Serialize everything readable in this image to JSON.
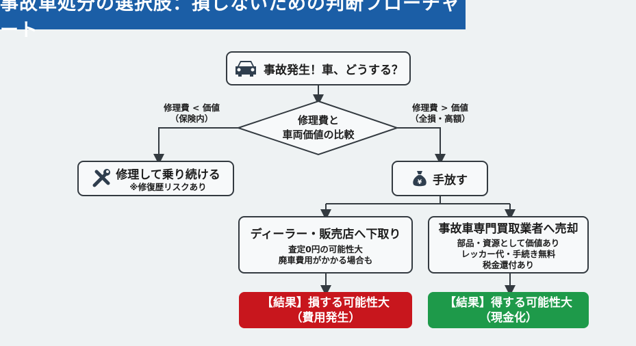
{
  "title": "事故車処分の選択肢：損しないための判断フローチャート",
  "start": {
    "label": "事故発生！車、どうする？",
    "icon": "car-icon"
  },
  "decision": {
    "line1": "修理費と",
    "line2": "車両価値の比較"
  },
  "branch_left": {
    "line1": "修理費 < 価値",
    "line2": "（保険内）"
  },
  "branch_right": {
    "line1": "修理費 > 価値",
    "line2": "（全損・高額）"
  },
  "repair": {
    "label": "修理して乗り続ける",
    "note": "※修復歴リスクあり",
    "icon": "wrench-screwdriver-icon"
  },
  "letgo": {
    "label": "手放す",
    "icon": "money-bag-icon"
  },
  "dealer": {
    "label": "ディーラー・販売店へ下取り",
    "notes": [
      "査定0円の可能性大",
      "廃車費用がかかる場合も"
    ]
  },
  "buyer": {
    "label": "事故車専門買取業者へ売却",
    "notes": [
      "部品・資源として価値あり",
      "レッカー代・手続き無料",
      "税金還付あり"
    ]
  },
  "result_bad": {
    "line1": "【結果】損する可能性大",
    "line2": "（費用発生）",
    "color": "#c8161d"
  },
  "result_good": {
    "line1": "【結果】得する可能性大",
    "line2": "（現金化）",
    "color": "#1e9a4a"
  },
  "colors": {
    "title_bg": "#1b5ea6",
    "line": "#333a40"
  }
}
